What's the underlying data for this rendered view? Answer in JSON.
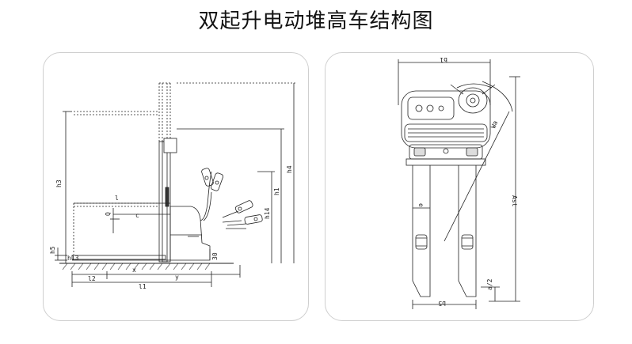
{
  "title": "双起升电动堆高车结构图",
  "side_view": {
    "labels": {
      "h3": "h3",
      "h4": "h4",
      "h1": "h1",
      "h14": "h14",
      "l": "l",
      "c": "c",
      "Q": "Q",
      "h5": "h5",
      "h13": "h13",
      "x": "x",
      "y": "y",
      "l2": "l2",
      "l1": "l1",
      "s": "30"
    }
  },
  "top_view": {
    "labels": {
      "b1": "b1",
      "Wa": "Wa",
      "Ast": "Ast",
      "e": "e",
      "b5": "b5",
      "a2": "a/2"
    }
  }
}
